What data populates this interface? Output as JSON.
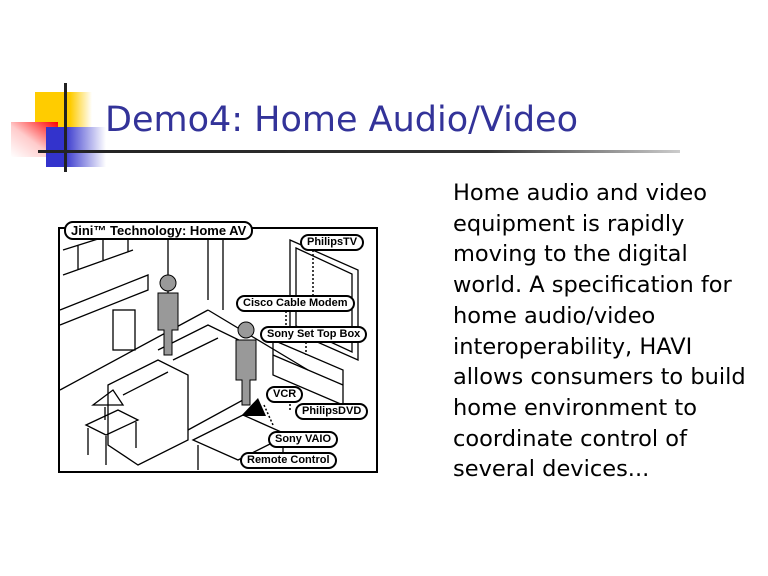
{
  "slide": {
    "title": "Demo4: Home Audio/Video",
    "body": "Home audio and video equipment is rapidly moving to the digital world. A specification for home audio/video interoperability, HAVI allows consumers to build home environment to coordinate control of several devices..."
  },
  "illustration": {
    "title": "Jini™ Technology: Home AV",
    "labels": {
      "tv": "PhilipsTV",
      "modem": "Cisco Cable Modem",
      "settop": "Sony Set Top Box",
      "vcr": "VCR",
      "dvd": "PhilipsDVD",
      "vaio": "Sony VAIO",
      "remote": "Remote Control"
    }
  },
  "colors": {
    "title": "#333399",
    "yellow": "#ffcc00",
    "red": "#ff0000",
    "blue": "#3333cc"
  }
}
